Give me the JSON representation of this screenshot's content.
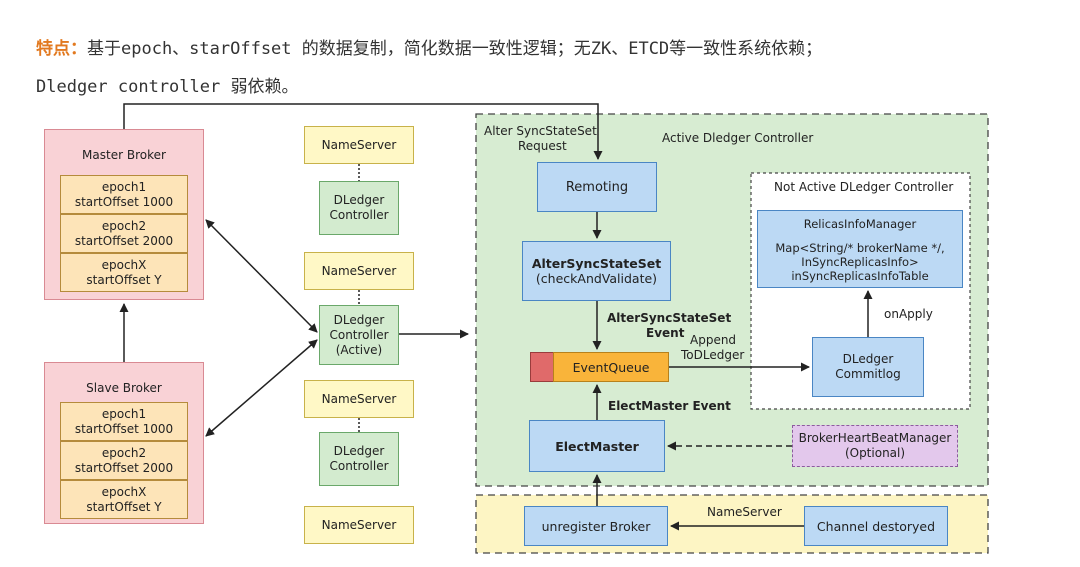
{
  "header": {
    "line1_highlight": "特点：",
    "line1_text": "基于epoch、starOffset 的数据复制，简化数据一致性逻辑；无ZK、ETCD等一致性系统依赖；",
    "line2_text": "Dledger controller 弱依赖。"
  },
  "master_broker": {
    "title": "Master Broker",
    "entries": [
      {
        "line1": "epoch1",
        "line2": "startOffset 1000"
      },
      {
        "line1": "epoch2",
        "line2": "startOffset 2000"
      },
      {
        "line1": "epochX",
        "line2": "startOffset Y"
      }
    ]
  },
  "slave_broker": {
    "title": "Slave Broker",
    "entries": [
      {
        "line1": "epoch1",
        "line2": "startOffset 1000"
      },
      {
        "line1": "epoch2",
        "line2": "startOffset 2000"
      },
      {
        "line1": "epochX",
        "line2": "startOffset Y"
      }
    ]
  },
  "nameservers": [
    "NameServer",
    "NameServer",
    "NameServer",
    "NameServer"
  ],
  "dledger_controllers": [
    {
      "line1": "DLedger",
      "line2": "Controller",
      "line3": ""
    },
    {
      "line1": "DLedger",
      "line2": "Controller",
      "line3": "(Active)"
    },
    {
      "line1": "DLedger",
      "line2": "Controller",
      "line3": ""
    }
  ],
  "active_controller": {
    "title": "Active Dledger Controller",
    "request_label_1": "Alter SyncStateSet",
    "request_label_2": "Request",
    "remoting": "Remoting",
    "alter_title": "AlterSyncStateSet",
    "alter_sub": "(checkAndValidate)",
    "alter_event_1": "AlterSyncStateSet",
    "alter_event_2": "Event",
    "event_queue": "EventQueue",
    "append_1": "Append",
    "append_2": "ToDLedger",
    "elect_event": "ElectMaster Event",
    "elect_master": "ElectMaster"
  },
  "not_active_controller": {
    "title": "Not Active DLedger Controller",
    "relicas_title": "RelicasInfoManager",
    "relicas_1": "Map<String/* brokerName */,",
    "relicas_2": "InSyncReplicasInfo>",
    "relicas_3": "inSyncReplicasInfoTable",
    "on_apply": "onApply",
    "commitlog_1": "DLedger",
    "commitlog_2": "Commitlog"
  },
  "heartbeat": {
    "line1": "BrokerHeartBeatManager",
    "line2": "(Optional)"
  },
  "bottom": {
    "unregister": "unregister Broker",
    "nameserver_label": "NameServer",
    "channel": "Channel destoryed"
  }
}
